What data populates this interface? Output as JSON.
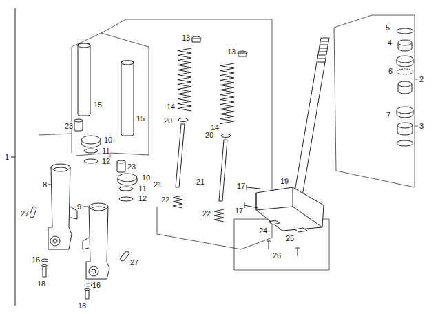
{
  "diagram": {
    "labels": [
      "1",
      "5",
      "4",
      "6",
      "2",
      "7",
      "3",
      "13",
      "13",
      "15",
      "15",
      "14",
      "14",
      "20",
      "20",
      "23",
      "10",
      "11",
      "12",
      "8",
      "23",
      "10",
      "11",
      "12",
      "19",
      "17",
      "21",
      "17",
      "21",
      "22",
      "22",
      "27",
      "9",
      "24",
      "25",
      "26",
      "27",
      "16",
      "18",
      "16",
      "18"
    ]
  }
}
